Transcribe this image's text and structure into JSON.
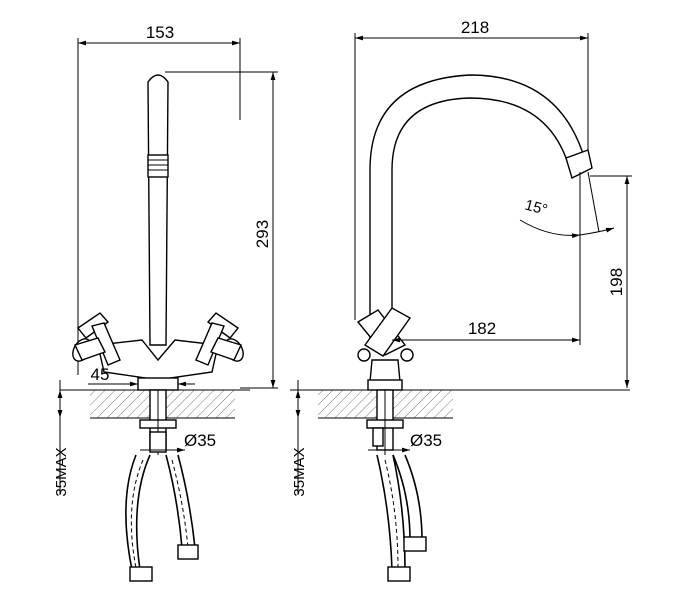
{
  "front_view": {
    "width_label": "153",
    "height_label": "293",
    "base_label": "45",
    "diameter_label": "Ø35",
    "thickness_label": "35MAX"
  },
  "side_view": {
    "width_label": "218",
    "outlet_height_label": "198",
    "reach_label": "182",
    "angle_label": "15°",
    "diameter_label": "Ø35",
    "thickness_label": "35MAX"
  }
}
